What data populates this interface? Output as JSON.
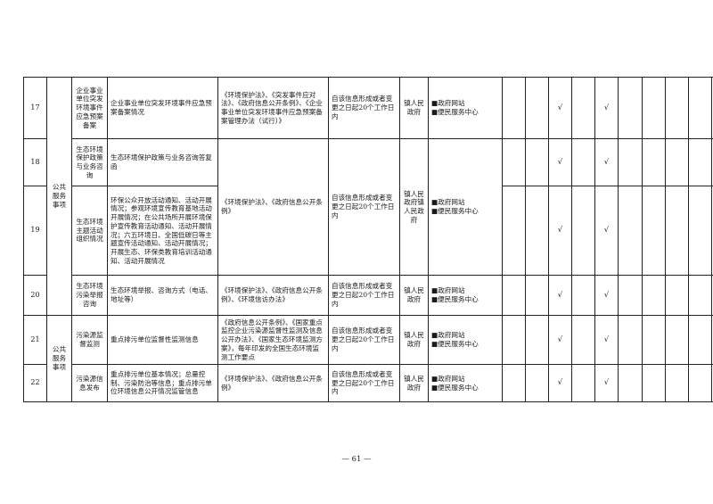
{
  "channels": [
    "■政府网站",
    "■便民服务中心"
  ],
  "check_mark": "√",
  "cat_public": "公共服务事项",
  "rows": [
    {
      "num": "17",
      "subject": "企业事业单位突发环境事件应急预案备案",
      "content": "企业事业单位突发环境事件应急预案备案情况",
      "basis": "《环境保护法》、《突发事件应对法》、《政府信息公开条例》、《企业事业单位突发环境事件应急预案备案管理办法（试行）》",
      "time": "自该信息形成或者变更之日起20个工作日内",
      "dept": "镇人民政府"
    },
    {
      "num": "18",
      "subject": "生态环境保护政策与业务咨询",
      "content": "生态环境保护政策与业务咨询答复函",
      "basis": "",
      "time": "",
      "dept": ""
    },
    {
      "num": "19",
      "subject": "生态环境主题活动组织情况",
      "content": "环保公众开放活动通知、活动开展情况；参观环境宣传教育基地活动开展情况；在公共场所开展环境保护宣传教育活动通知、活动开展情况；六五环境日、全国低碳日等主题宣传活动通知、活动开展情况；开展生态、环保类教育培训活动通知、活动开展情况",
      "basis": "《环境保护法》、《政府信息公开条例》",
      "time": "自该信息形成或者变更之日起20个工作日内",
      "dept": "镇人民政府镇人民政府"
    },
    {
      "num": "20",
      "subject": "生态环境污染举报咨询",
      "content": "生态环境举报、咨询方式（电话、地址等）",
      "basis": "《环境保护法》、《政府信息公开条例》、《环境信访办法》",
      "time": "自该信息形成或者变更之日起20个工作日内",
      "dept": "镇人民政府"
    },
    {
      "num": "21",
      "subject": "污染源监督监测",
      "content": "重点排污单位监督性监测信息",
      "basis": "《政府信息公开条例》、《国家重点监控企业污染源监督性监测及信息公开办法》、《国家生态环境监测方案》，每年印发的全国生态环境监测工作要点",
      "time": "自该信息形成或者变更之日起20个工作日内",
      "dept": "镇人民政府"
    },
    {
      "num": "22",
      "subject": "污染源信息发布",
      "content": "重点排污单位基本情况；总量控制、污染防治等信息；重点排污单位环境信息公开情况监管信息",
      "basis": "《环境保护法》、《政府信息公开条例》",
      "time": "自该信息形成或者变更之日起20个工作日内",
      "dept": "镇人民政府"
    }
  ],
  "page_number": "— 61 —"
}
